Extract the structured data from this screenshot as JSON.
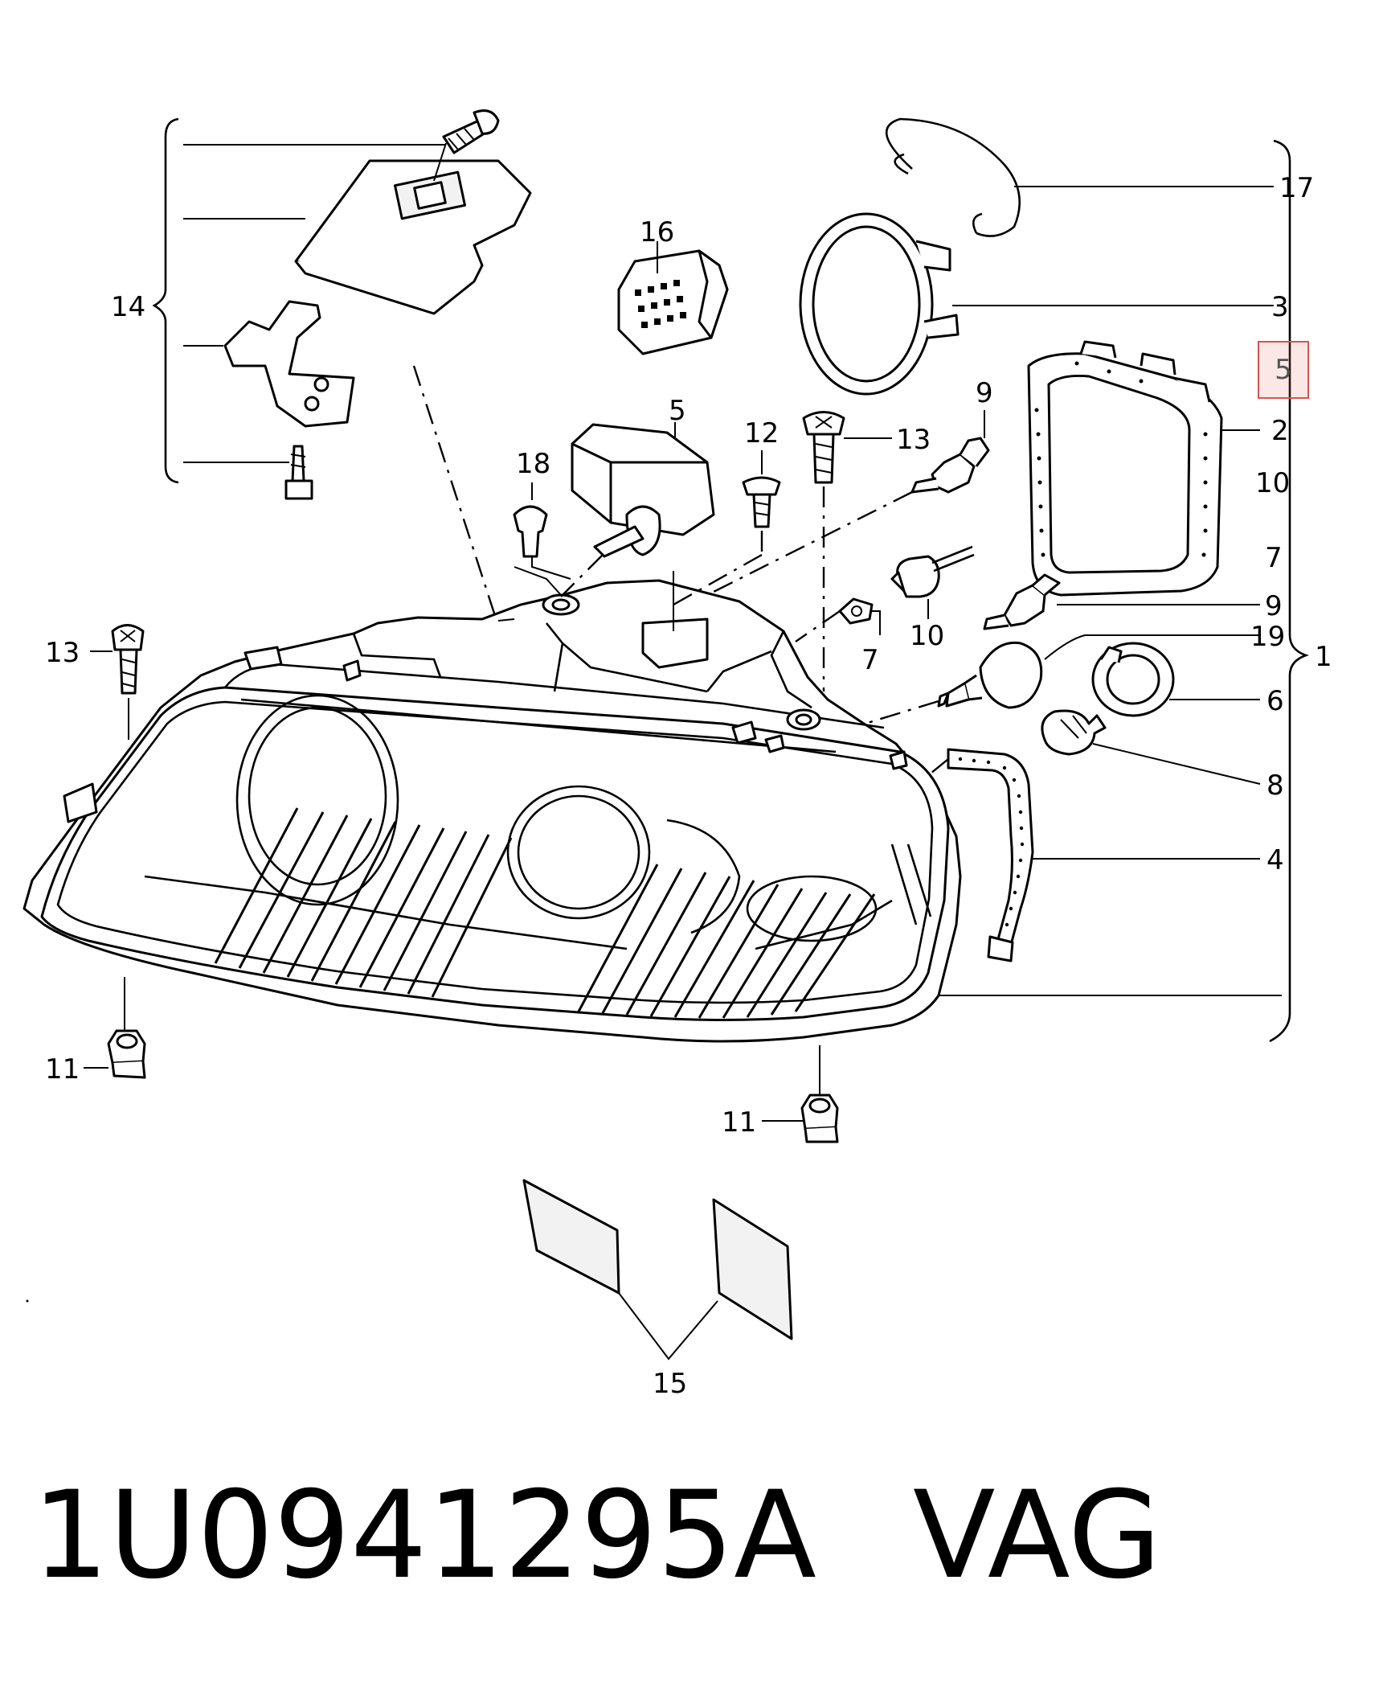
{
  "callouts": {
    "c17": "17",
    "c3": "3",
    "c5_highlight": "5",
    "c2": "2",
    "c10_right": "10",
    "c7_right": "7",
    "c9_right": "9",
    "c19": "19",
    "c1": "1",
    "c6": "6",
    "c8": "8",
    "c4": "4",
    "c16": "16",
    "c5": "5",
    "c12": "12",
    "c13_top": "13",
    "c9_top": "9",
    "c18": "18",
    "c10_mid": "10",
    "c7_mid": "7",
    "c14": "14",
    "c13_left": "13",
    "c11_left": "11",
    "c11_bottom": "11",
    "c15": "15"
  },
  "footer": {
    "part_number": "1U0941295A",
    "brand": "VAG"
  },
  "colors": {
    "highlight_border": "#d9534f",
    "line": "#000000"
  }
}
